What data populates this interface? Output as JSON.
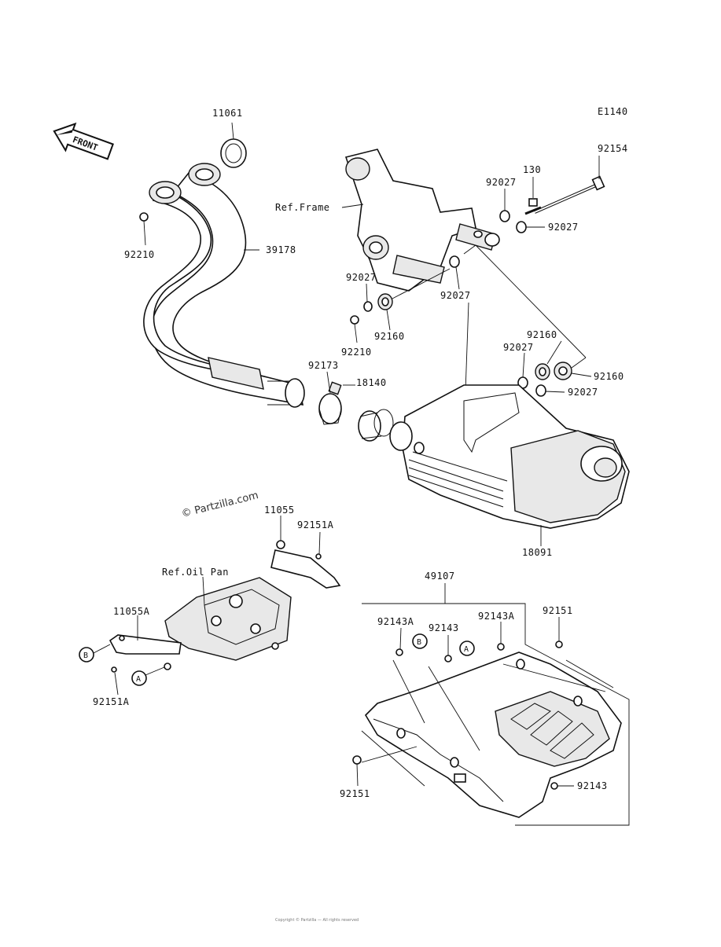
{
  "diagram_code": "E1140",
  "front_arrow_label": "FRONT",
  "watermark": "© Partzilla.com",
  "refs": {
    "frame": "Ref.Frame",
    "oil_pan": "Ref.Oil Pan"
  },
  "callouts": {
    "p11061": "11061",
    "p92210_a": "92210",
    "p39178": "39178",
    "p92154": "92154",
    "p130": "130",
    "p92027_a": "92027",
    "p92027_b": "92027",
    "p92027_c": "92027",
    "p92027_d": "92027",
    "p92027_e": "92027",
    "p92027_f": "92027",
    "p92160_a": "92160",
    "p92160_b": "92160",
    "p92160_c": "92160",
    "p92210_b": "92210",
    "p92173": "92173",
    "p18140": "18140",
    "p18091": "18091",
    "p11055": "11055",
    "p92151A_a": "92151A",
    "p11055A": "11055A",
    "p92151A_b": "92151A",
    "p49107": "49107",
    "p92143A_a": "92143A",
    "p92143": "92143",
    "p92143A_b": "92143A",
    "p92151_a": "92151",
    "p92151_b": "92151",
    "p92143_b": "92143"
  },
  "markers": {
    "a": "A",
    "b": "B"
  },
  "footer_note": "Copyright © Partzilla — All rights reserved"
}
